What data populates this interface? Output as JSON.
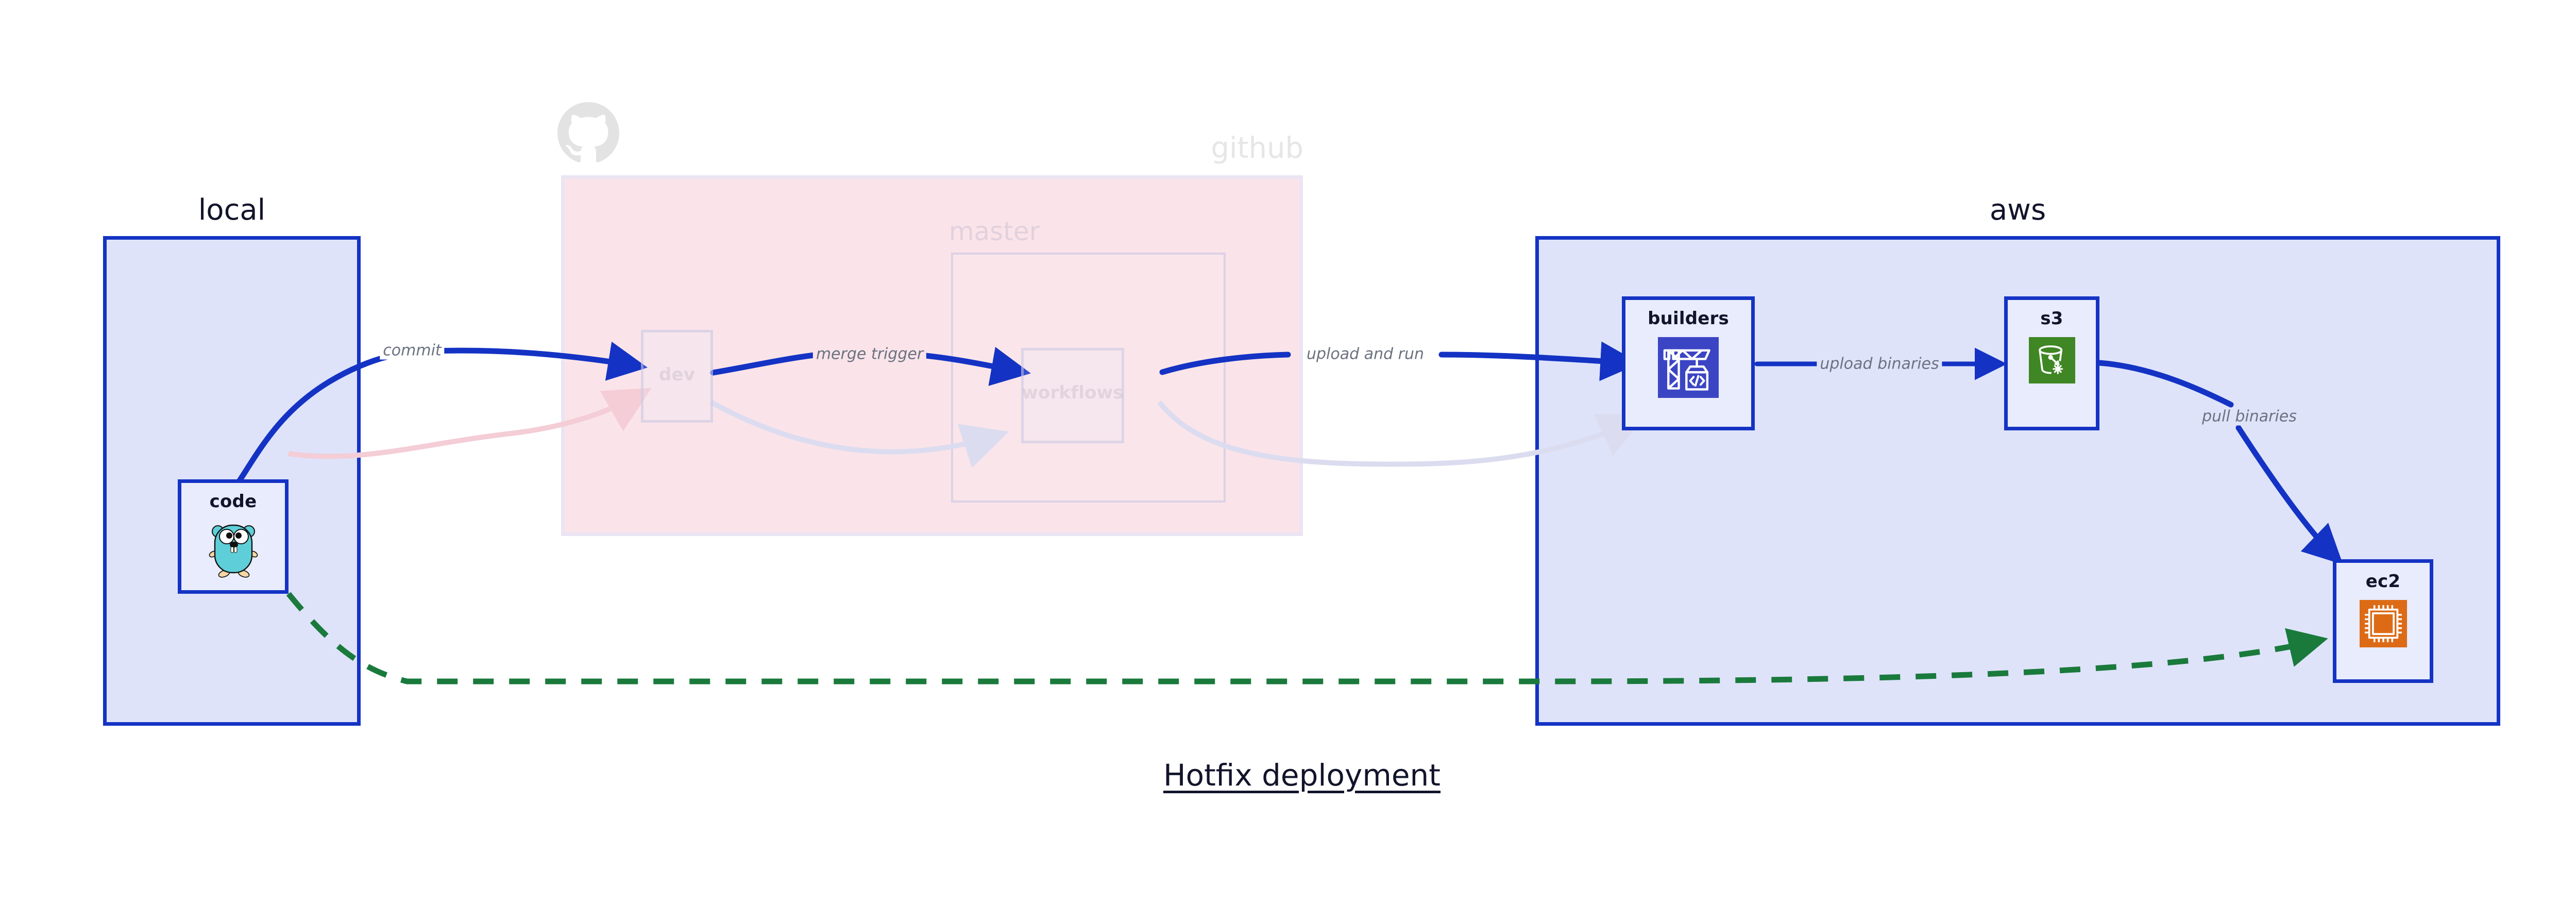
{
  "diagram": {
    "title": "Hotfix deployment",
    "title_underlined": true
  },
  "colors": {
    "primary_blue": "#1433c4",
    "group_blue_fill": "#dee3fa",
    "node_fill": "#e8ecfc",
    "github_pink_fill": "#fae4e9",
    "edge_blue": "#1433c4",
    "edge_green": "#1a7a3c",
    "label_gray": "#6b7280",
    "ghost_gray": "#e6e6e6",
    "text_dark": "#12142b",
    "builders_icon_bg": "#3b45c4",
    "s3_icon_bg": "#3f8624",
    "ec2_icon_bg": "#dd6b16",
    "gopher_body": "#5ecfd8"
  },
  "groups": [
    {
      "id": "local",
      "label": "local",
      "state": "active",
      "icon": null
    },
    {
      "id": "github",
      "label": "github",
      "state": "faded",
      "icon": "github-octocat-icon"
    },
    {
      "id": "aws",
      "label": "aws",
      "state": "active",
      "icon": null
    }
  ],
  "github_subgroups": [
    {
      "id": "master",
      "label": "master",
      "state": "faded"
    }
  ],
  "nodes": [
    {
      "id": "code",
      "label": "code",
      "group": "local",
      "icon": "go-gopher-icon",
      "state": "active"
    },
    {
      "id": "dev",
      "label": "dev",
      "group": "github",
      "icon": null,
      "state": "faded"
    },
    {
      "id": "workflows",
      "label": "workflows",
      "group": "github",
      "icon": null,
      "state": "faded"
    },
    {
      "id": "builders",
      "label": "builders",
      "group": "aws",
      "icon": "aws-codebuild-icon",
      "state": "active"
    },
    {
      "id": "s3",
      "label": "s3",
      "group": "aws",
      "icon": "aws-s3-bucket-icon",
      "state": "active"
    },
    {
      "id": "ec2",
      "label": "ec2",
      "group": "aws",
      "icon": "aws-ec2-chip-icon",
      "state": "active"
    }
  ],
  "edges": [
    {
      "id": "e1",
      "from": "code",
      "to": "dev",
      "label": "commit",
      "style": "solid",
      "color": "blue",
      "state": "active"
    },
    {
      "id": "e2",
      "from": "dev",
      "to": "workflows",
      "label": "merge trigger",
      "style": "solid",
      "color": "blue",
      "state": "active"
    },
    {
      "id": "e3",
      "from": "workflows",
      "to": "builders",
      "label": "upload and run",
      "style": "solid",
      "color": "blue",
      "state": "active"
    },
    {
      "id": "e4",
      "from": "builders",
      "to": "s3",
      "label": "upload binaries",
      "style": "solid",
      "color": "blue",
      "state": "active"
    },
    {
      "id": "e5",
      "from": "s3",
      "to": "ec2",
      "label": "pull binaries",
      "style": "solid",
      "color": "blue",
      "state": "active"
    },
    {
      "id": "e6",
      "from": "code",
      "to": "ec2",
      "label": "",
      "style": "dashed",
      "color": "green",
      "state": "active"
    },
    {
      "id": "e7",
      "from": "code",
      "to": "dev",
      "label": "",
      "style": "solid",
      "color": "pink",
      "state": "faded"
    },
    {
      "id": "e8",
      "from": "dev",
      "to": "workflows",
      "label": "",
      "style": "solid",
      "color": "lilac",
      "state": "faded"
    },
    {
      "id": "e9",
      "from": "workflows",
      "to": "builders",
      "label": "",
      "style": "solid",
      "color": "lilac",
      "state": "faded"
    }
  ]
}
